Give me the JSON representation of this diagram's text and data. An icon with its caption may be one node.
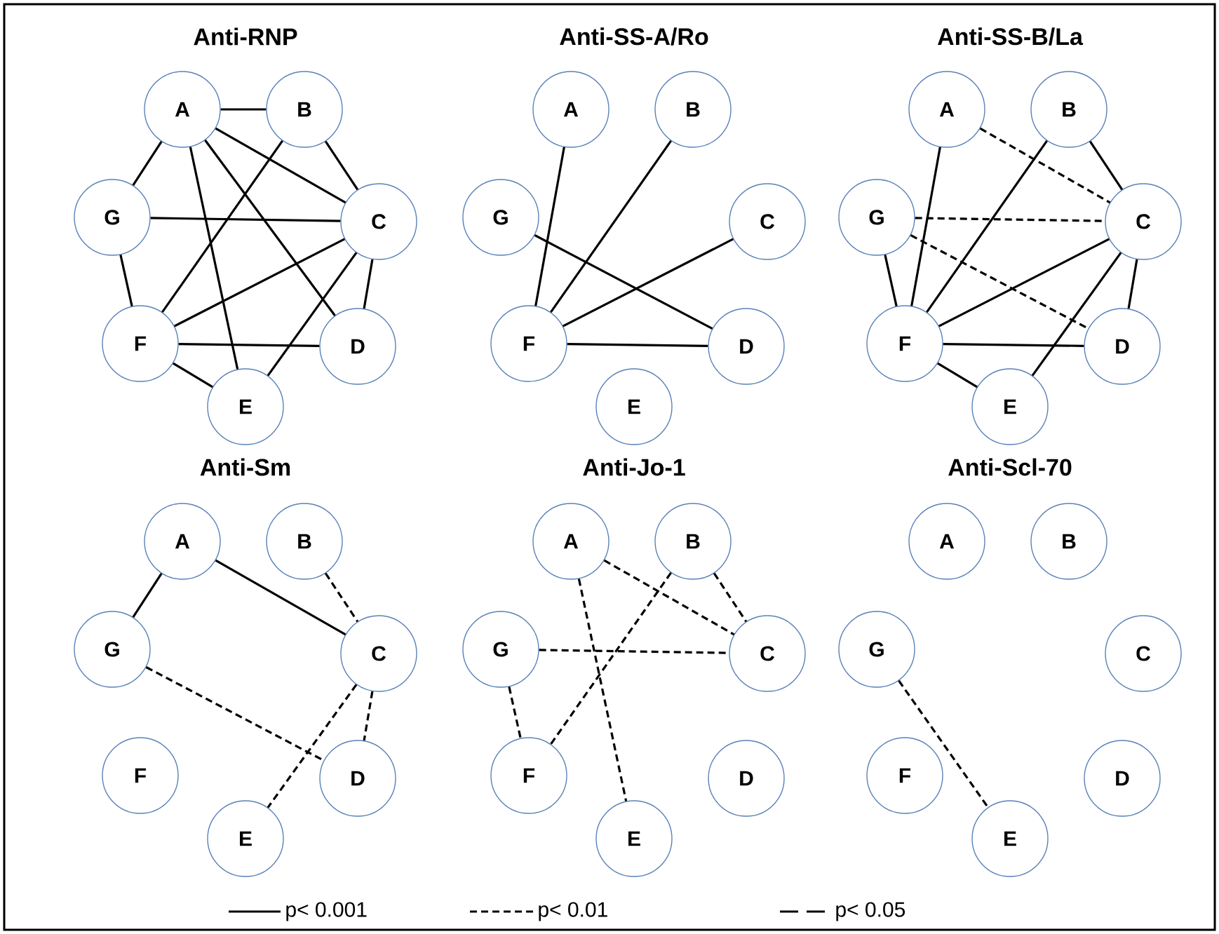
{
  "diagram": {
    "nodes": [
      {
        "text": [
          "A"
        ]
      },
      {
        "text": [
          "B"
        ]
      },
      {
        "text": [
          "C"
        ]
      },
      {
        "text": [
          "D"
        ]
      },
      {
        "text": [
          "E"
        ]
      },
      {
        "text": [
          "F"
        ]
      },
      {
        "text": [
          "G"
        ]
      },
      {
        "text": [
          "A"
        ]
      },
      {
        "text": [
          "B"
        ]
      },
      {
        "text": [
          "C"
        ]
      },
      {
        "text": [
          "D"
        ]
      },
      {
        "text": [
          "E"
        ]
      },
      {
        "text": [
          "F"
        ]
      },
      {
        "text": [
          "G"
        ]
      },
      {
        "text": [
          "A"
        ]
      },
      {
        "text": [
          "B"
        ]
      },
      {
        "text": [
          "C"
        ]
      },
      {
        "text": [
          "D"
        ]
      },
      {
        "text": [
          "E"
        ]
      },
      {
        "text": [
          "F"
        ]
      },
      {
        "text": [
          "G"
        ]
      },
      {
        "text": [
          "A"
        ]
      },
      {
        "text": [
          "B"
        ]
      },
      {
        "text": [
          "C"
        ]
      },
      {
        "text": [
          "D"
        ]
      },
      {
        "text": [
          "E"
        ]
      },
      {
        "text": [
          "F"
        ]
      },
      {
        "text": [
          "G"
        ]
      },
      {
        "text": [
          "A"
        ]
      },
      {
        "text": [
          "B"
        ]
      },
      {
        "text": [
          "C"
        ]
      },
      {
        "text": [
          "D"
        ]
      },
      {
        "text": [
          "E"
        ]
      },
      {
        "text": [
          "F"
        ]
      },
      {
        "text": [
          "G"
        ]
      },
      {
        "text": [
          "A"
        ]
      },
      {
        "text": [
          "B"
        ]
      },
      {
        "text": [
          "C"
        ]
      },
      {
        "text": [
          "D"
        ]
      },
      {
        "text": [
          "E"
        ]
      },
      {
        "text": [
          "F"
        ]
      },
      {
        "text": [
          "G"
        ]
      }
    ],
    "edges": [
      {
        "from": 0,
        "to": 1,
        "arrow": "none"
      },
      {
        "from": 0,
        "to": 6,
        "arrow": "none"
      },
      {
        "from": 0,
        "to": 2,
        "arrow": "none"
      },
      {
        "from": 0,
        "to": 3,
        "arrow": "none"
      },
      {
        "from": 0,
        "to": 4,
        "arrow": "none"
      },
      {
        "from": 1,
        "to": 2,
        "arrow": "none"
      },
      {
        "from": 1,
        "to": 5,
        "arrow": "none"
      },
      {
        "from": 6,
        "to": 2,
        "arrow": "none"
      },
      {
        "from": 6,
        "to": 5,
        "arrow": "none"
      },
      {
        "from": 2,
        "to": 5,
        "arrow": "none"
      },
      {
        "from": 2,
        "to": 3,
        "arrow": "none"
      },
      {
        "from": 2,
        "to": 4,
        "arrow": "none"
      },
      {
        "from": 5,
        "to": 3,
        "arrow": "none"
      },
      {
        "from": 5,
        "to": 4,
        "arrow": "none"
      },
      {
        "from": 7,
        "to": 12,
        "arrow": "none"
      },
      {
        "from": 8,
        "to": 12,
        "arrow": "none"
      },
      {
        "from": 9,
        "to": 12,
        "arrow": "none"
      },
      {
        "from": 13,
        "to": 10,
        "arrow": "none"
      },
      {
        "from": 12,
        "to": 10,
        "arrow": "none"
      },
      {
        "from": 14,
        "to": 16,
        "arrow": "none",
        "style": "dashed"
      },
      {
        "from": 20,
        "to": 16,
        "arrow": "none",
        "style": "dashed"
      },
      {
        "from": 15,
        "to": 16,
        "arrow": "none"
      },
      {
        "from": 14,
        "to": 19,
        "arrow": "none"
      },
      {
        "from": 15,
        "to": 19,
        "arrow": "none"
      },
      {
        "from": 16,
        "to": 19,
        "arrow": "none"
      },
      {
        "from": 16,
        "to": 18,
        "arrow": "none"
      },
      {
        "from": 20,
        "to": 17,
        "arrow": "none",
        "style": "dashed"
      },
      {
        "from": 20,
        "to": 19,
        "arrow": "none"
      },
      {
        "from": 16,
        "to": 17,
        "arrow": "none"
      },
      {
        "from": 19,
        "to": 17,
        "arrow": "none"
      },
      {
        "from": 19,
        "to": 18,
        "arrow": "none"
      },
      {
        "from": 21,
        "to": 27,
        "arrow": "none"
      },
      {
        "from": 21,
        "to": 23,
        "arrow": "none"
      },
      {
        "from": 22,
        "to": 23,
        "arrow": "none",
        "style": "dashed"
      },
      {
        "from": 23,
        "to": 24,
        "arrow": "none",
        "style": "dashed"
      },
      {
        "from": 23,
        "to": 25,
        "arrow": "none",
        "style": "dashed"
      },
      {
        "from": 27,
        "to": 24,
        "arrow": "none",
        "style": "dashed"
      },
      {
        "from": 28,
        "to": 30,
        "arrow": "none",
        "style": "dashed"
      },
      {
        "from": 29,
        "to": 30,
        "arrow": "none",
        "style": "dashed"
      },
      {
        "from": 34,
        "to": 30,
        "arrow": "none",
        "style": "dashed"
      },
      {
        "from": 28,
        "to": 32,
        "arrow": "none",
        "style": "dashed"
      },
      {
        "from": 29,
        "to": 33,
        "arrow": "none",
        "style": "dashed"
      },
      {
        "from": 34,
        "to": 33,
        "arrow": "none",
        "style": "dashed"
      },
      {
        "from": 41,
        "to": 39,
        "arrow": "none",
        "style": "dashed"
      }
    ],
    "labels": [
      "Anti-RNP",
      "Anti-SS-A/Ro",
      "Anti-SS-B/La",
      "Anti-Sm",
      "Anti-Jo-1",
      "Anti-Scl-70"
    ],
    "legend": [
      {
        "text": "p< 0.001"
      },
      {
        "text": "p< 0.01"
      },
      {
        "text": "p< 0.05"
      }
    ]
  }
}
